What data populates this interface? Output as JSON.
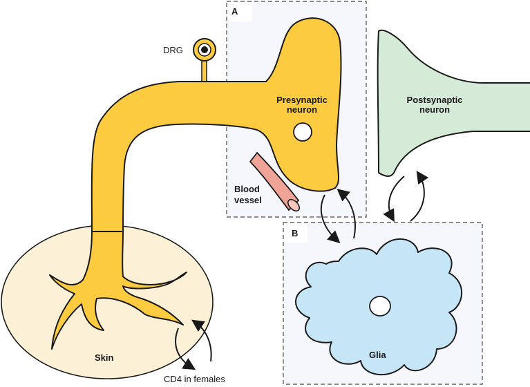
{
  "labels": {
    "drg": "DRG",
    "presynaptic_line1": "Presynaptic",
    "presynaptic_line2": "neuron",
    "postsynaptic_line1": "Postsynaptic",
    "postsynaptic_line2": "neuron",
    "blood_line1": "Blood",
    "blood_line2": "vessel",
    "skin": "Skin",
    "glia": "Glia",
    "cd4": "CD4 in females"
  },
  "boxes": {
    "a": "A",
    "b": "B"
  },
  "colors": {
    "neuron": "#fccb3f",
    "outline": "#1a1a1a",
    "postsynaptic": "#d5ead7",
    "glia": "#c6e6f7",
    "skin": "#fcf1d7",
    "blood_vessel": "#f0a497",
    "box_fill": "#f5f7fc",
    "box_stroke": "#666666"
  }
}
